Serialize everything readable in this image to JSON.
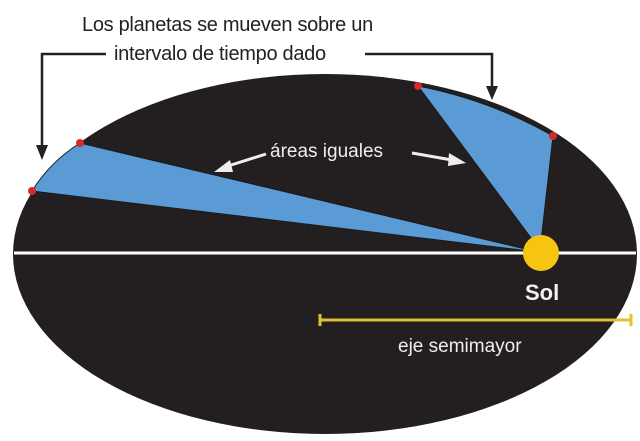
{
  "diagram": {
    "title_line1": "Los planetas se mueven sobre un",
    "title_line2": "intervalo de tiempo dado",
    "equal_areas_label": "áreas iguales",
    "sun_label": "Sol",
    "semimajor_axis_label": "eje semimayor",
    "colors": {
      "ellipse": "#231f20",
      "swept_area": "#5b9bd5",
      "planet_dot": "#d42a2a",
      "sun": "#f7c412",
      "semimajor_line": "#e2c12a",
      "major_axis": "#ffffff",
      "background": "#ffffff"
    }
  }
}
